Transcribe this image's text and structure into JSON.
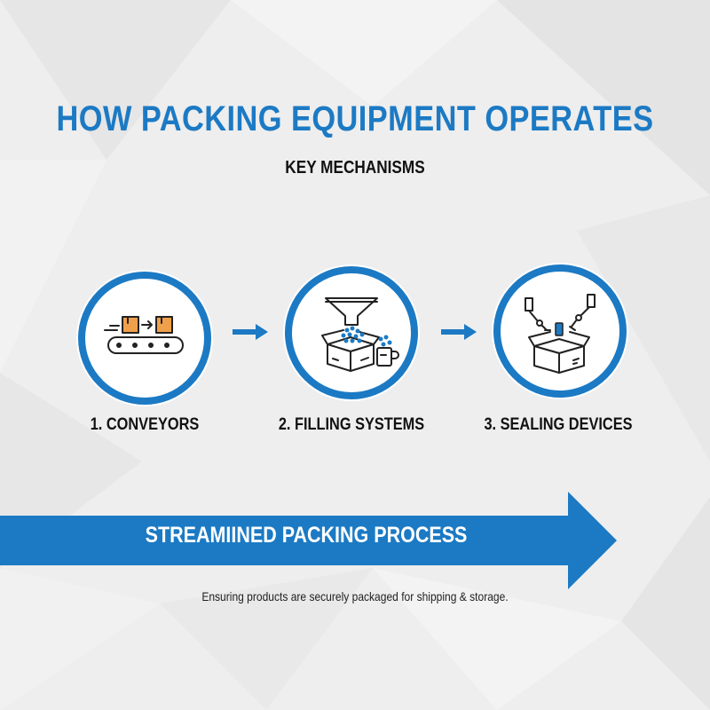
{
  "header": {
    "title": "HOW PACKING EQUIPMENT OPERATES",
    "subtitle": "KEY MECHANISMS"
  },
  "steps": [
    {
      "label": "1. CONVEYORS",
      "icon": "conveyor-belt-icon"
    },
    {
      "label": "2. FILLING SYSTEMS",
      "icon": "funnel-filling-icon"
    },
    {
      "label": "3. SEALING DEVICES",
      "icon": "robotic-sealing-icon"
    }
  ],
  "banner": {
    "text": "STREAMIINED PACKING PROCESS"
  },
  "footnote": "Ensuring products are securely packaged for shipping & storage.",
  "colors": {
    "accent": "#1c7ac4",
    "box": "#f0a04b",
    "background": "#eeeeee",
    "text": "#111111"
  }
}
